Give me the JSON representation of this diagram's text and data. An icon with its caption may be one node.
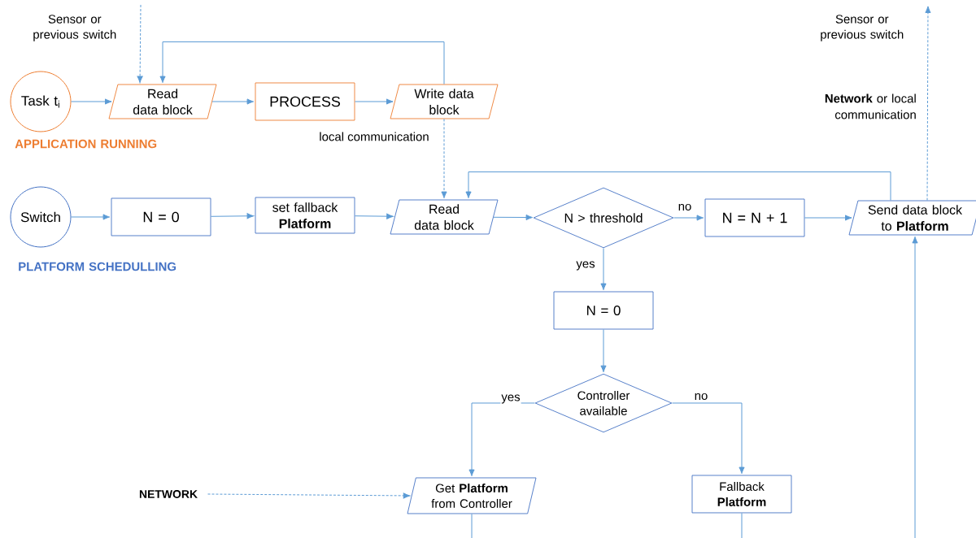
{
  "diagram": {
    "nodes": [
      {
        "text": [
          "Task t$_{i}$"
        ]
      },
      {
        "text": [
          "Read data block"
        ]
      },
      {
        "text": [
          "PROCESS"
        ]
      },
      {
        "text": [
          "Write data block"
        ]
      },
      {
        "text": [
          "Switch"
        ]
      },
      {
        "text": [
          "N = 0"
        ]
      },
      {
        "text": [
          "set fallback **Platform**"
        ]
      },
      {
        "text": [
          "Read data block"
        ]
      },
      {
        "text": [
          "N > threshold"
        ]
      },
      {
        "text": [
          "N = N + 1"
        ]
      },
      {
        "text": [
          "Send data block to **Platform**"
        ]
      },
      {
        "text": [
          "N = 0"
        ]
      },
      {
        "text": [
          "Controller available"
        ]
      },
      {
        "text": [
          "NETWORK"
        ]
      },
      {
        "text": [
          "Get **Platform** from Controller"
        ]
      },
      {
        "text": [
          "Fallback **Platform**"
        ]
      },
      {
        "text": [
          "Sensor or previous switch"
        ]
      },
      {
        "text": [
          "Sensor or previous switch"
        ]
      }
    ],
    "edges": [
      {
        "from": 0,
        "to": 1,
        "arrow": "to"
      },
      {
        "from": 16,
        "to": 1,
        "arrow": "to",
        "style": "dashed"
      },
      {
        "from": 1,
        "to": 2,
        "arrow": "to"
      },
      {
        "from": 2,
        "to": 3,
        "arrow": "to"
      },
      {
        "from": 3,
        "to": 1,
        "arrow": "to"
      },
      {
        "from": 3,
        "to": 7,
        "arrow": "to",
        "style": "dashed",
        "label": "local communication"
      },
      {
        "from": 4,
        "to": 5,
        "arrow": "to"
      },
      {
        "from": 5,
        "to": 6,
        "arrow": "to"
      },
      {
        "from": 6,
        "to": 7,
        "arrow": "to"
      },
      {
        "from": 7,
        "to": 8,
        "arrow": "to"
      },
      {
        "from": 8,
        "to": 9,
        "arrow": "to",
        "label": "no"
      },
      {
        "from": 9,
        "to": 10,
        "arrow": "to"
      },
      {
        "from": 10,
        "to": 7,
        "arrow": "to"
      },
      {
        "from": 10,
        "to": 17,
        "arrow": "to",
        "style": "dashed"
      },
      {
        "from": 8,
        "to": 11,
        "arrow": "to",
        "label": "yes"
      },
      {
        "from": 11,
        "to": 12,
        "arrow": "to"
      },
      {
        "from": 12,
        "to": 14,
        "arrow": "to",
        "label": "yes"
      },
      {
        "from": 12,
        "to": 15,
        "arrow": "to",
        "label": "no"
      },
      {
        "from": 13,
        "to": 14,
        "arrow": "to",
        "style": "dashed"
      },
      {
        "from": 14,
        "to": null,
        "arrow": "none"
      },
      {
        "from": 15,
        "to": null,
        "arrow": "none"
      },
      {
        "from": null,
        "to": 10,
        "arrow": "to"
      }
    ],
    "labels": [
      "**Network** or local communication",
      "APPLICATION RUNNING",
      "PLATFORM SCHEDULLING"
    ]
  }
}
